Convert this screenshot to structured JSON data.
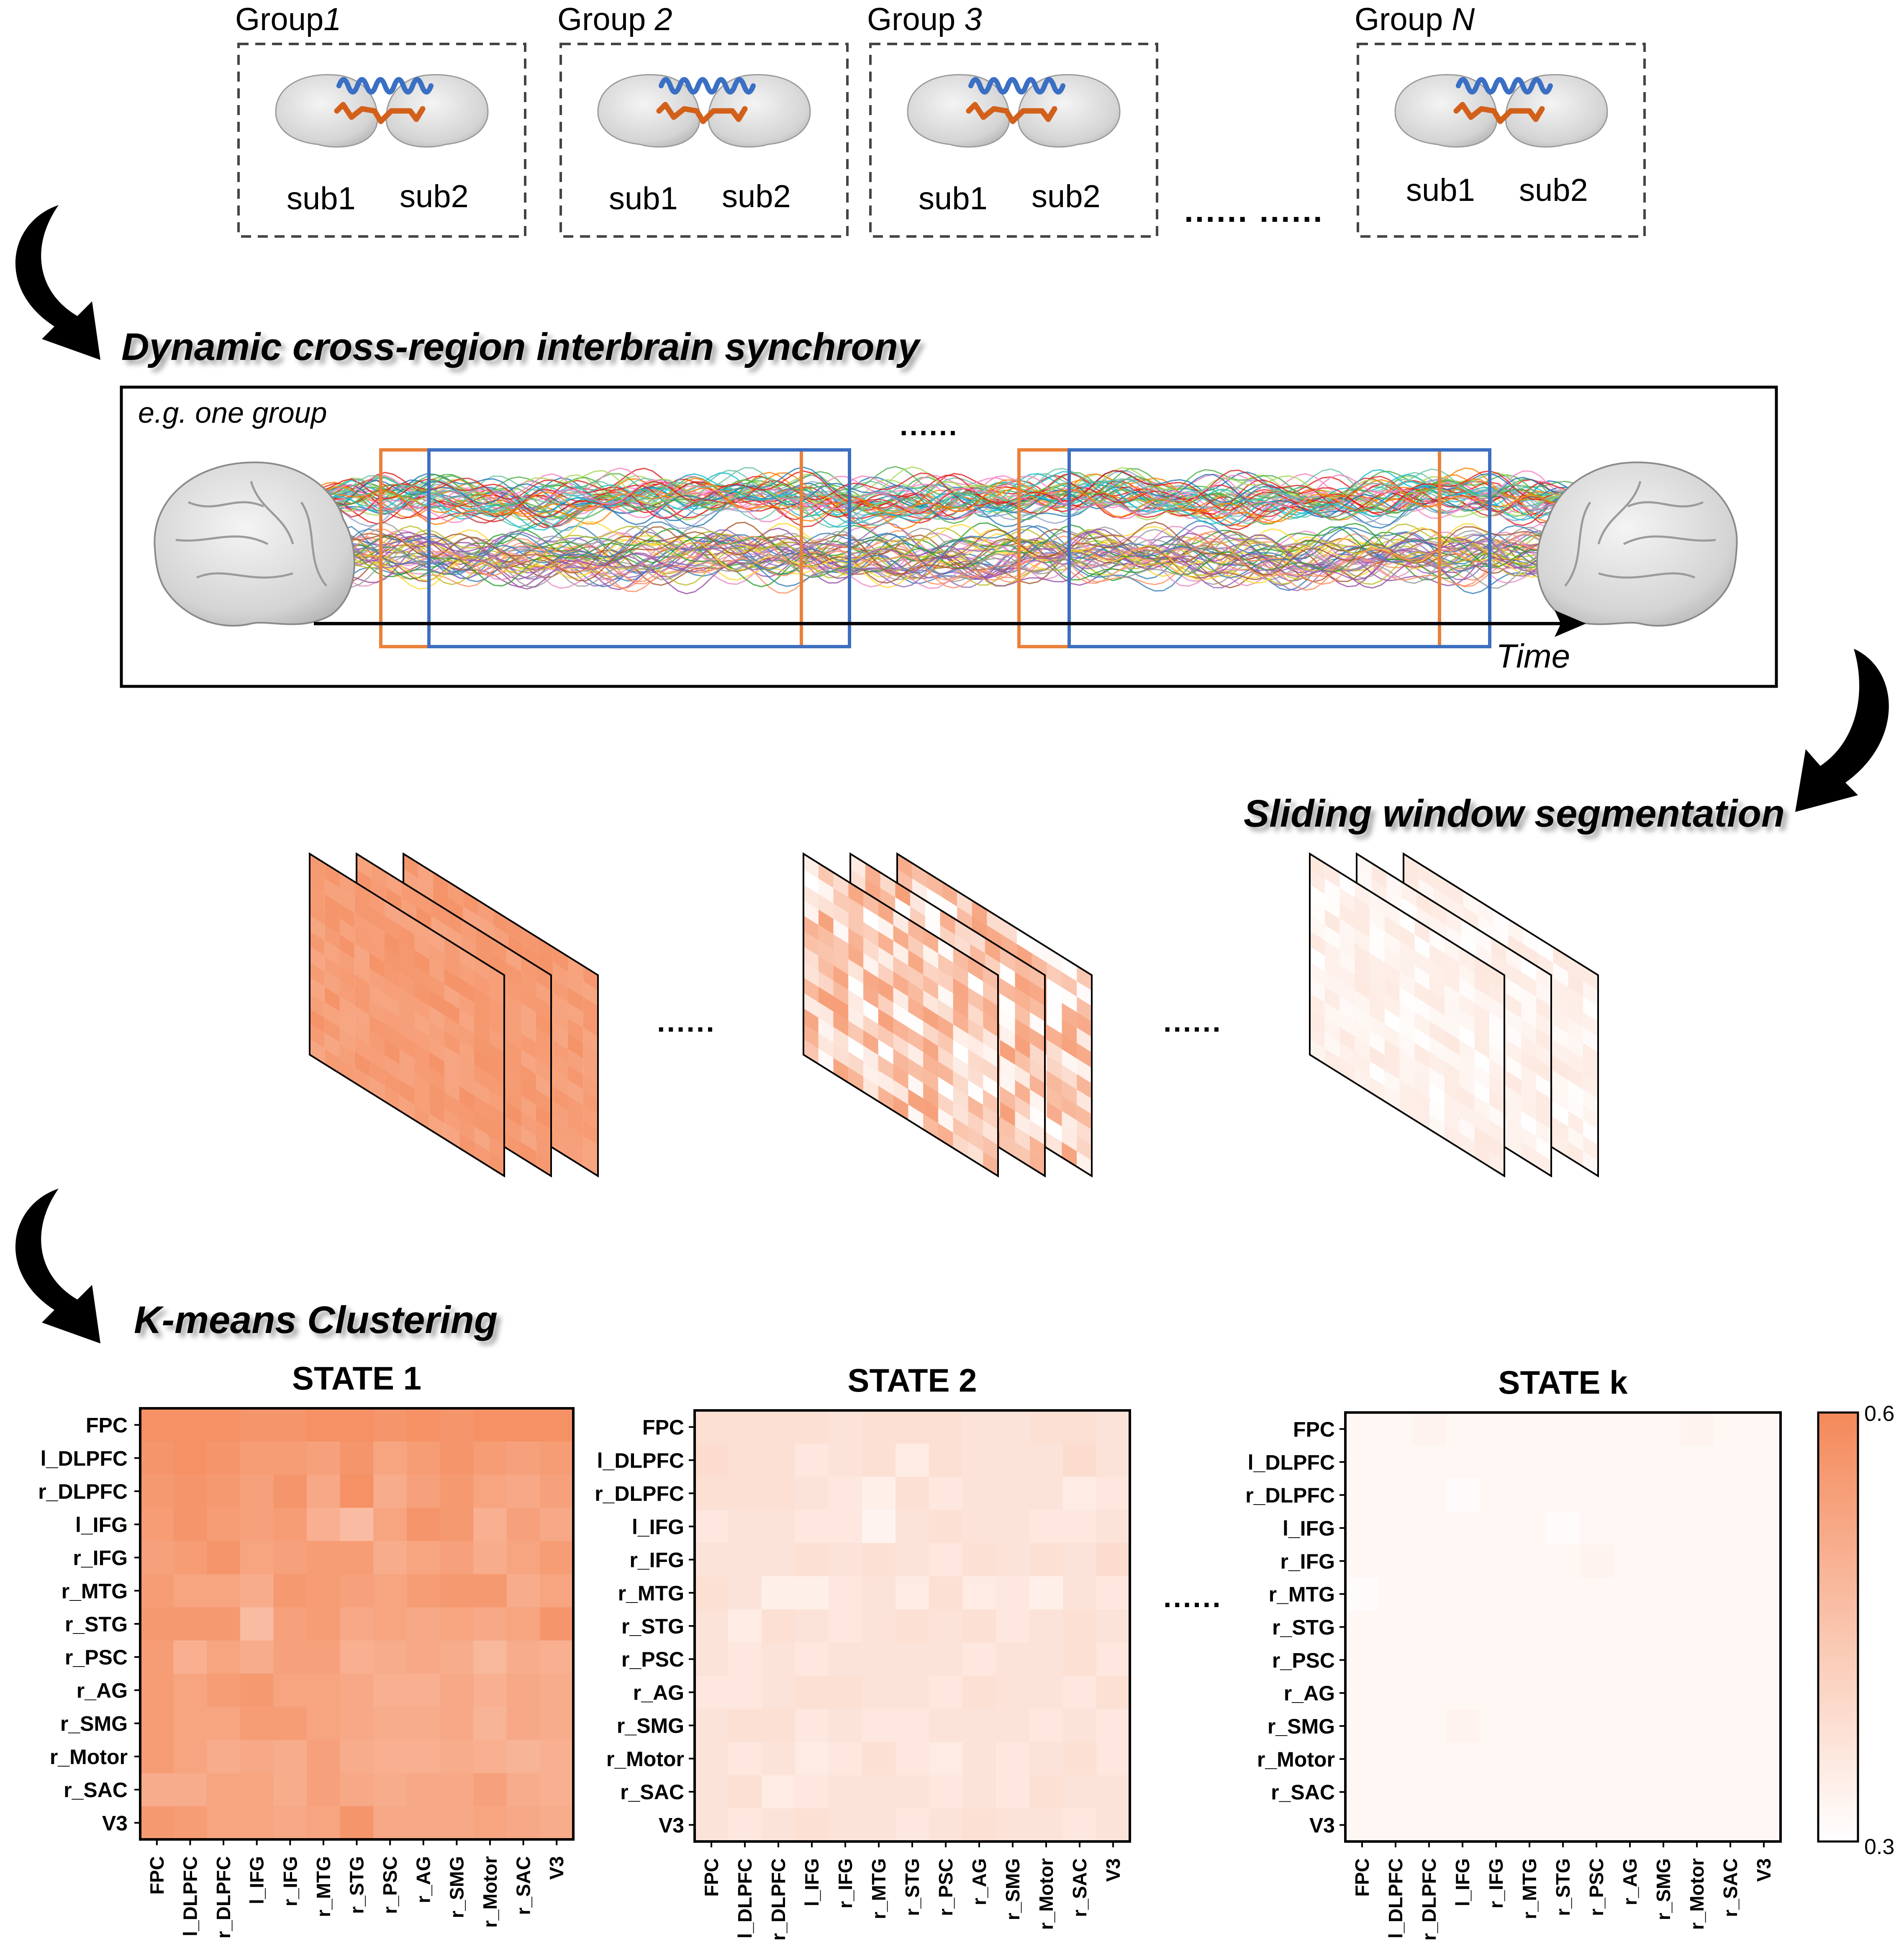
{
  "groups": [
    {
      "prefix": "Group",
      "index": "1",
      "sub_a": "sub1",
      "sub_b": "sub2"
    },
    {
      "prefix": "Group ",
      "index": "2",
      "sub_a": "sub1",
      "sub_b": "sub2"
    },
    {
      "prefix": "Group ",
      "index": "3",
      "sub_a": "sub1",
      "sub_b": "sub2"
    },
    {
      "prefix": "Group ",
      "index": "N",
      "sub_a": "sub1",
      "sub_b": "sub2"
    }
  ],
  "groups_ellipsis": "...... ......",
  "dynamic_title": "Dynamic cross-region interbrain synchrony",
  "panel_example_label": "e.g. one group",
  "panel_ellipsis": "......",
  "time_label": "Time",
  "sliding_title": "Sliding window segmentation",
  "stack_ellipsis_1": "......",
  "stack_ellipsis_2": "......",
  "kmeans_title": "K-means Clustering",
  "states_ellipsis": "......",
  "colors": {
    "accent_low": "#ffffff",
    "accent_high": "#f4895a",
    "window_orange": "#e9813a",
    "window_blue": "#3d6fc0",
    "wave_blue": "#3a6fc4",
    "wave_orange": "#d2601a",
    "frame": "#000000",
    "dashed_frame": "#444444"
  },
  "chart_data": {
    "type": "heatmap",
    "regions": [
      "FPC",
      "l_DLPFC",
      "r_DLPFC",
      "l_IFG",
      "r_IFG",
      "r_MTG",
      "r_STG",
      "r_PSC",
      "r_AG",
      "r_SMG",
      "r_Motor",
      "r_SAC",
      "V3"
    ],
    "colorbar": {
      "min": 0.3,
      "max": 0.6,
      "min_label": "0.3",
      "max_label": "0.6",
      "low_color": "#ffffff",
      "high_color": "#f4895a"
    },
    "states": [
      {
        "title": "STATE 1",
        "values": [
          [
            0.58,
            0.58,
            0.58,
            0.57,
            0.57,
            0.58,
            0.58,
            0.57,
            0.58,
            0.57,
            0.58,
            0.58,
            0.58
          ],
          [
            0.57,
            0.58,
            0.57,
            0.55,
            0.55,
            0.54,
            0.57,
            0.53,
            0.55,
            0.57,
            0.55,
            0.54,
            0.55
          ],
          [
            0.56,
            0.57,
            0.56,
            0.54,
            0.57,
            0.52,
            0.58,
            0.51,
            0.54,
            0.56,
            0.53,
            0.52,
            0.54
          ],
          [
            0.55,
            0.57,
            0.55,
            0.54,
            0.55,
            0.5,
            0.47,
            0.53,
            0.57,
            0.56,
            0.5,
            0.54,
            0.52
          ],
          [
            0.54,
            0.55,
            0.57,
            0.53,
            0.54,
            0.55,
            0.55,
            0.51,
            0.53,
            0.54,
            0.51,
            0.53,
            0.55
          ],
          [
            0.55,
            0.53,
            0.53,
            0.51,
            0.56,
            0.55,
            0.54,
            0.53,
            0.55,
            0.56,
            0.56,
            0.51,
            0.53
          ],
          [
            0.56,
            0.56,
            0.56,
            0.47,
            0.54,
            0.55,
            0.52,
            0.53,
            0.52,
            0.53,
            0.52,
            0.53,
            0.57
          ],
          [
            0.55,
            0.5,
            0.53,
            0.51,
            0.54,
            0.54,
            0.5,
            0.51,
            0.52,
            0.51,
            0.48,
            0.51,
            0.5
          ],
          [
            0.55,
            0.53,
            0.55,
            0.56,
            0.53,
            0.53,
            0.52,
            0.5,
            0.5,
            0.52,
            0.5,
            0.52,
            0.51
          ],
          [
            0.55,
            0.53,
            0.53,
            0.55,
            0.55,
            0.53,
            0.52,
            0.51,
            0.51,
            0.52,
            0.49,
            0.52,
            0.51
          ],
          [
            0.55,
            0.53,
            0.51,
            0.52,
            0.51,
            0.54,
            0.51,
            0.5,
            0.5,
            0.51,
            0.5,
            0.49,
            0.5
          ],
          [
            0.51,
            0.51,
            0.53,
            0.53,
            0.51,
            0.54,
            0.52,
            0.51,
            0.52,
            0.52,
            0.54,
            0.51,
            0.5
          ],
          [
            0.56,
            0.55,
            0.53,
            0.53,
            0.52,
            0.53,
            0.57,
            0.52,
            0.52,
            0.52,
            0.53,
            0.52,
            0.51
          ]
        ]
      },
      {
        "title": "STATE 2",
        "values": [
          [
            0.38,
            0.38,
            0.38,
            0.38,
            0.37,
            0.38,
            0.38,
            0.38,
            0.37,
            0.37,
            0.38,
            0.38,
            0.37
          ],
          [
            0.39,
            0.38,
            0.38,
            0.36,
            0.37,
            0.38,
            0.35,
            0.38,
            0.37,
            0.37,
            0.37,
            0.39,
            0.37
          ],
          [
            0.38,
            0.38,
            0.38,
            0.37,
            0.36,
            0.34,
            0.38,
            0.36,
            0.37,
            0.37,
            0.37,
            0.35,
            0.36
          ],
          [
            0.36,
            0.37,
            0.37,
            0.36,
            0.36,
            0.33,
            0.37,
            0.38,
            0.37,
            0.37,
            0.36,
            0.36,
            0.37
          ],
          [
            0.37,
            0.37,
            0.37,
            0.38,
            0.37,
            0.38,
            0.37,
            0.36,
            0.38,
            0.37,
            0.38,
            0.37,
            0.39
          ],
          [
            0.38,
            0.37,
            0.34,
            0.34,
            0.36,
            0.37,
            0.35,
            0.38,
            0.35,
            0.36,
            0.34,
            0.37,
            0.36
          ],
          [
            0.37,
            0.35,
            0.38,
            0.37,
            0.36,
            0.37,
            0.38,
            0.37,
            0.38,
            0.36,
            0.37,
            0.38,
            0.37
          ],
          [
            0.37,
            0.36,
            0.37,
            0.36,
            0.37,
            0.37,
            0.37,
            0.37,
            0.36,
            0.37,
            0.37,
            0.38,
            0.36
          ],
          [
            0.36,
            0.36,
            0.37,
            0.38,
            0.38,
            0.37,
            0.37,
            0.36,
            0.38,
            0.37,
            0.37,
            0.36,
            0.38
          ],
          [
            0.37,
            0.38,
            0.38,
            0.36,
            0.37,
            0.36,
            0.36,
            0.37,
            0.37,
            0.37,
            0.36,
            0.37,
            0.36
          ],
          [
            0.37,
            0.36,
            0.37,
            0.35,
            0.36,
            0.38,
            0.36,
            0.35,
            0.37,
            0.36,
            0.37,
            0.38,
            0.36
          ],
          [
            0.37,
            0.38,
            0.35,
            0.36,
            0.37,
            0.37,
            0.37,
            0.36,
            0.37,
            0.36,
            0.38,
            0.37,
            0.37
          ],
          [
            0.37,
            0.36,
            0.37,
            0.38,
            0.37,
            0.37,
            0.36,
            0.37,
            0.38,
            0.37,
            0.37,
            0.36,
            0.37
          ]
        ]
      },
      {
        "title": "STATE k",
        "values": [
          [
            0.32,
            0.32,
            0.33,
            0.32,
            0.32,
            0.32,
            0.32,
            0.32,
            0.32,
            0.32,
            0.33,
            0.32,
            0.32
          ],
          [
            0.32,
            0.32,
            0.32,
            0.32,
            0.32,
            0.32,
            0.32,
            0.32,
            0.32,
            0.32,
            0.32,
            0.32,
            0.32
          ],
          [
            0.32,
            0.32,
            0.32,
            0.31,
            0.32,
            0.32,
            0.32,
            0.32,
            0.32,
            0.32,
            0.32,
            0.32,
            0.32
          ],
          [
            0.32,
            0.32,
            0.32,
            0.32,
            0.32,
            0.32,
            0.31,
            0.32,
            0.32,
            0.32,
            0.32,
            0.32,
            0.32
          ],
          [
            0.32,
            0.32,
            0.32,
            0.32,
            0.32,
            0.32,
            0.32,
            0.33,
            0.32,
            0.32,
            0.32,
            0.32,
            0.32
          ],
          [
            0.31,
            0.32,
            0.32,
            0.32,
            0.32,
            0.32,
            0.32,
            0.32,
            0.32,
            0.32,
            0.32,
            0.32,
            0.32
          ],
          [
            0.32,
            0.32,
            0.32,
            0.32,
            0.32,
            0.32,
            0.32,
            0.32,
            0.32,
            0.32,
            0.32,
            0.32,
            0.32
          ],
          [
            0.32,
            0.32,
            0.32,
            0.32,
            0.32,
            0.32,
            0.32,
            0.32,
            0.32,
            0.32,
            0.32,
            0.32,
            0.32
          ],
          [
            0.32,
            0.32,
            0.32,
            0.32,
            0.32,
            0.32,
            0.32,
            0.32,
            0.32,
            0.32,
            0.32,
            0.32,
            0.32
          ],
          [
            0.32,
            0.32,
            0.32,
            0.33,
            0.32,
            0.32,
            0.32,
            0.32,
            0.32,
            0.32,
            0.32,
            0.32,
            0.32
          ],
          [
            0.32,
            0.32,
            0.32,
            0.32,
            0.32,
            0.32,
            0.32,
            0.32,
            0.32,
            0.32,
            0.32,
            0.32,
            0.32
          ],
          [
            0.32,
            0.32,
            0.32,
            0.32,
            0.32,
            0.32,
            0.32,
            0.32,
            0.32,
            0.32,
            0.32,
            0.32,
            0.32
          ],
          [
            0.32,
            0.32,
            0.32,
            0.32,
            0.32,
            0.32,
            0.32,
            0.32,
            0.32,
            0.32,
            0.32,
            0.32,
            0.32
          ]
        ]
      }
    ],
    "stack_levels": [
      0.55,
      0.42,
      0.33
    ]
  }
}
